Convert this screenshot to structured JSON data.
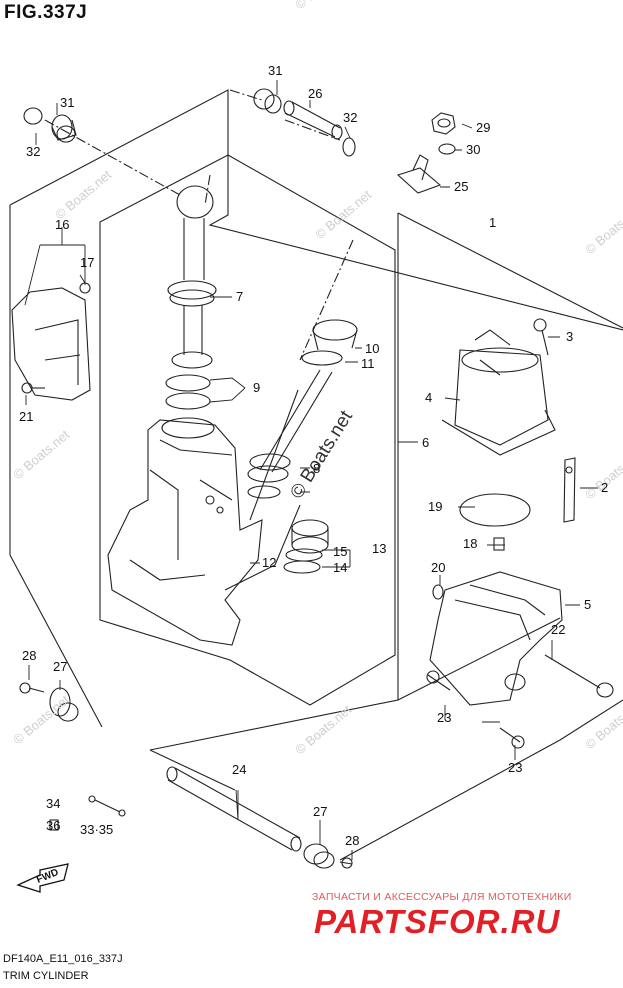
{
  "title": "FIG.337J",
  "footer": {
    "code": "DF140A_E11_016_337J",
    "name": "TRIM CYLINDER"
  },
  "watermark": {
    "text": "© Boats.net"
  },
  "shop": {
    "tagline": "ЗАПЧАСТИ И АКСЕССУАРЫ ДЛЯ МОТОТЕХНИКИ",
    "logo": "PARTSFOR.RU",
    "color": "#e31e24"
  },
  "fwd_label": "FWD",
  "callouts": {
    "p1": "1",
    "p2": "2",
    "p3": "3",
    "p4": "4",
    "p5": "5",
    "p6": "6",
    "p7": "7",
    "p8": "8",
    "p9": "9",
    "p10": "10",
    "p11": "11",
    "p12": "12",
    "p13": "13",
    "p14": "14",
    "p15": "15",
    "p16": "16",
    "p17": "17",
    "p18": "18",
    "p19": "19",
    "p20": "20",
    "p21": "21",
    "p22": "22",
    "p23a": "23",
    "p23b": "23",
    "p24": "24",
    "p25": "25",
    "p26": "26",
    "p27a": "27",
    "p27b": "27",
    "p28a": "28",
    "p28b": "28",
    "p29": "29",
    "p30": "30",
    "p31a": "31",
    "p31b": "31",
    "p32a": "32",
    "p32b": "32",
    "p33_35": "33·35",
    "p34": "34",
    "p36": "36"
  }
}
